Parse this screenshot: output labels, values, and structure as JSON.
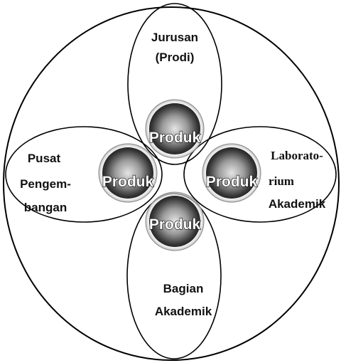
{
  "units": {
    "top": {
      "line1": "Jurusan",
      "line2": "(Prodi)"
    },
    "left": {
      "line1": "Pusat",
      "line2": "Pengem-",
      "line3": "bangan"
    },
    "right": {
      "line1": "Laborato-",
      "line2": "rium",
      "line3": "Akademik"
    },
    "bottom": {
      "line1": "Bagian",
      "line2": "Akademik"
    }
  },
  "product_label": "Produk",
  "colors": {
    "stroke": "#000000",
    "sphere_light": "#d8d8d8",
    "sphere_dark": "#1c1c1c"
  }
}
